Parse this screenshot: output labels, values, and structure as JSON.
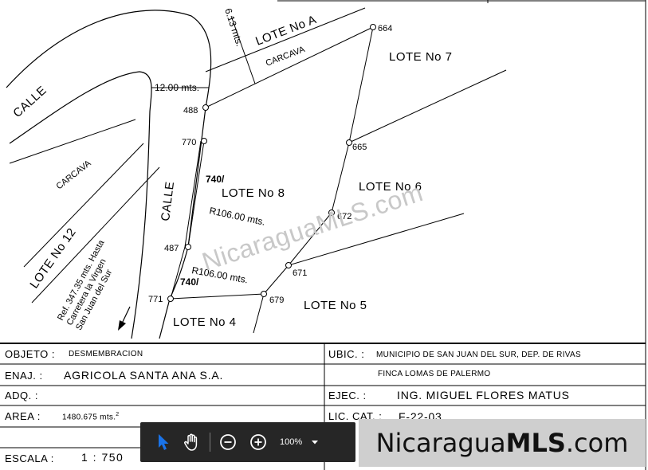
{
  "drawing": {
    "lots": {
      "lote_a": "LOTE No A",
      "lote_7": "LOTE No 7",
      "lote_8": "LOTE No 8",
      "lote_6": "LOTE No 6",
      "lote_12": "LOTE No 12",
      "lote_5": "LOTE No 5",
      "lote_4": "LOTE No 4"
    },
    "streets": {
      "calle_left": "CALLE",
      "calle_center": "CALLE"
    },
    "carcava": {
      "top": "CARCAVA",
      "left": "CARCAVA"
    },
    "dimensions": {
      "width_613": "6.13 mts.",
      "width_12": "12.00 mts.",
      "radius_upper": "R106.00 mts.",
      "radius_lower": "R106.00 mts.",
      "mark_upper": "740/",
      "mark_lower": "740/"
    },
    "points": {
      "p664": "664",
      "p488": "488",
      "p770": "770",
      "p665": "665",
      "p672": "672",
      "p487": "487",
      "p671": "671",
      "p771": "771",
      "p679": "679"
    },
    "ref_note": [
      "Ref. 347.35 mts. Hasta",
      "Carretera la Virgen",
      "San Juan del Sur"
    ],
    "watermark": "NicaraguaMLS.com"
  },
  "title_block": {
    "objeto_label": "OBJETO :",
    "objeto_value": "DESMEMBRACION",
    "enaj_label": "ENAJ. :",
    "enaj_value": "AGRICOLA SANTA ANA S.A.",
    "adq_label": "ADQ. :",
    "area_label": "AREA :",
    "area_value": "1480.675 mts.",
    "area_sup": "2",
    "escala_label": "ESCALA :",
    "escala_value": "1 : 750",
    "ubic_label": "UBIC. :",
    "ubic_value": "MUNICIPIO DE SAN JUAN DEL SUR, DEP. DE RIVAS",
    "finca_value": "FINCA LOMAS DE PALERMO",
    "ejec_label": "EJEC. :",
    "ejec_value": "ING. MIGUEL FLORES MATUS",
    "lic_label": "LIC. CAT. :",
    "lic_value": "F-22-03"
  },
  "viewer_toolbar": {
    "zoom_level": "100%",
    "icons": [
      "select-arrow-icon",
      "hand-pan-icon",
      "zoom-out-icon",
      "zoom-in-icon",
      "chevron-down-icon"
    ],
    "accent_color": "#1a73e8"
  },
  "brand_banner": {
    "text_regular": "Nicaragua",
    "text_bold": "MLS",
    "text_suffix": ".com"
  }
}
